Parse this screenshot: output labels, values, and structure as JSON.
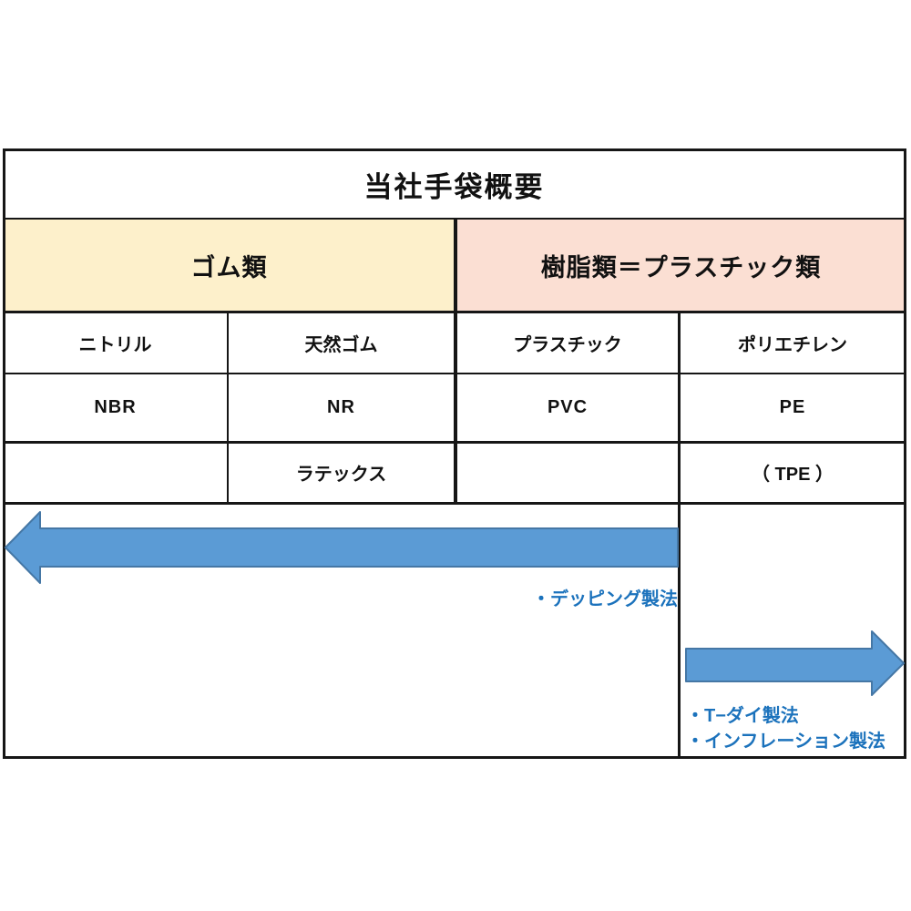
{
  "title": "当社手袋概要",
  "categories": [
    {
      "label": "ゴム類",
      "bg": "#fdf0cb"
    },
    {
      "label": "樹脂類＝プラスチック類",
      "bg": "#fbdfd3"
    }
  ],
  "columns": [
    {
      "name": "ニトリル",
      "code": "NBR",
      "extra": ""
    },
    {
      "name": "天然ゴム",
      "code": "NR",
      "extra": "ラテックス"
    },
    {
      "name": "プラスチック",
      "code": "PVC",
      "extra": ""
    },
    {
      "name": "ポリエチレン",
      "code": "PE",
      "extra": "（ TPE ）"
    }
  ],
  "methods": {
    "dipping": "・デッピング製法",
    "t_die": "・T−ダイ製法",
    "inflation": "・インフレーション製法"
  },
  "colors": {
    "rubber_header_bg": "#fdf0cb",
    "plastic_header_bg": "#fbdfd3",
    "arrow_fill": "#5b9bd5",
    "arrow_stroke": "#4577a5",
    "method_text": "#1b72bc",
    "border": "#161616"
  }
}
